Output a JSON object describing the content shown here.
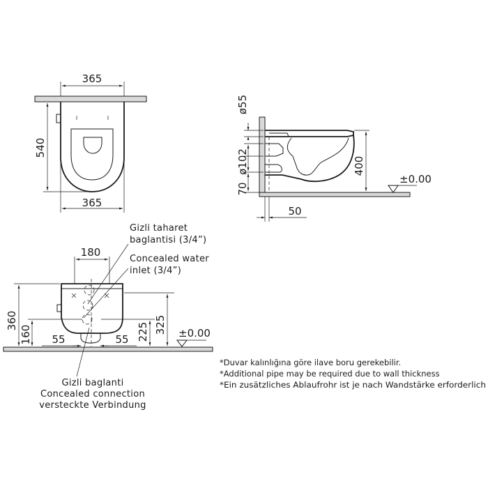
{
  "top_view": {
    "width_top": "365",
    "width_bottom": "365",
    "depth": "540"
  },
  "side_view": {
    "pipe_dia_55": "ø55",
    "pipe_dia_102": "ø102",
    "offset_70": "70",
    "height_400": "400",
    "level_zero": "±0.00",
    "depth_50": "50"
  },
  "front_view": {
    "width_180": "180",
    "height_360": "360",
    "height_160": "160",
    "left_55": "55",
    "right_55": "55",
    "height_225": "225",
    "height_325": "325",
    "level_zero": "±0.00"
  },
  "labels": {
    "bidet_tr_line1": "Gizli  taharet",
    "bidet_tr_line2": "baglantisi  (3/4”)",
    "water_en_line1": "Concealed  water",
    "water_en_line2": "inlet  (3/4”)",
    "connection_tr": "Gizli  baglanti",
    "connection_en": "Concealed  connection",
    "connection_de": "versteckte  Verbindung"
  },
  "notes": {
    "tr": "*Duvar kalınlığına göre ilave boru gerekebilir.",
    "en": "*Additional pipe may be required due to wall thickness",
    "de": "*Ein zusätzliches Ablaufrohr ist je nach Wandstärke erforderlich"
  }
}
